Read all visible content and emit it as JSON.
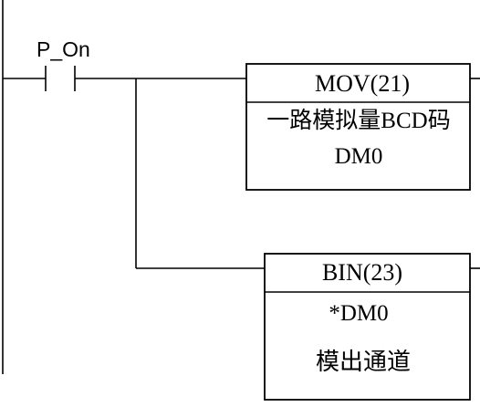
{
  "contact": {
    "label": "P_On"
  },
  "instructions": [
    {
      "name": "MOV(21)",
      "operand1": "一路模拟量BCD码",
      "operand2": "DM0"
    },
    {
      "name": "BIN(23)",
      "operand1": "*DM0",
      "operand2": "模出通道"
    }
  ]
}
